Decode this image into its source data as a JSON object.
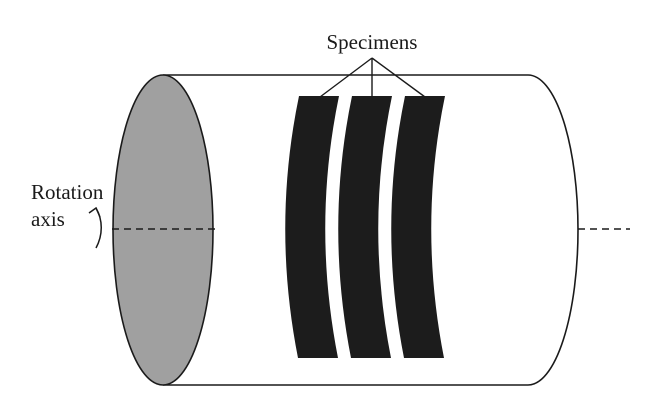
{
  "labels": {
    "specimens": "Specimens",
    "rotation_line1": "Rotation",
    "rotation_line2": "axis"
  },
  "colors": {
    "end_cap": "#a0a0a0",
    "specimen": "#1c1c1c",
    "outline": "#1a1a1a",
    "background": "#ffffff"
  },
  "specimen_count": 3
}
